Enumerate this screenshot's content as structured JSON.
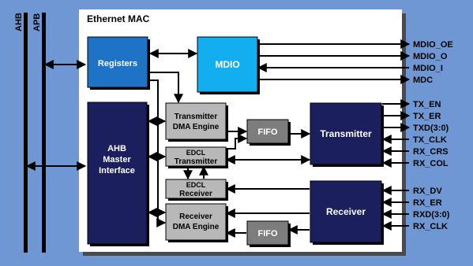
{
  "bus_labels": {
    "ahb": "AHB",
    "apb": "APB"
  },
  "mac_title": "Ethernet MAC",
  "blocks": {
    "registers": "Registers",
    "mdio": "MDIO",
    "ahb_master": [
      "AHB",
      "Master",
      "Interface"
    ],
    "tx_dma": [
      "Transmitter",
      "DMA Engine"
    ],
    "edcl_tx": [
      "EDCL",
      "Transmitter"
    ],
    "edcl_rx": [
      "EDCL",
      "Receiver"
    ],
    "rx_dma": [
      "Receiver",
      "DMA Engine"
    ],
    "fifo_tx": "FIFO",
    "fifo_rx": "FIFO",
    "transmitter": "Transmitter",
    "receiver": "Receiver"
  },
  "signals": {
    "mdio": [
      "MDIO_OE",
      "MDIO_O",
      "MDIO_I",
      "MDC"
    ],
    "tx": [
      "TX_EN",
      "TX_ER",
      "TXD(3:0)",
      "TX_CLK",
      "RX_CRS",
      "RX_COL"
    ],
    "rx": [
      "RX_DV",
      "RX_ER",
      "RXD(3:0)",
      "RX_CLK"
    ]
  },
  "colors": {
    "background": "#6f97d3",
    "mac_body": "#ffffff",
    "registers": "#1f73c6",
    "mdio": "#13aef0",
    "navy": "#1b1f5e",
    "grey_block": "#b8b8b8",
    "fifo": "#7d7d7d"
  }
}
